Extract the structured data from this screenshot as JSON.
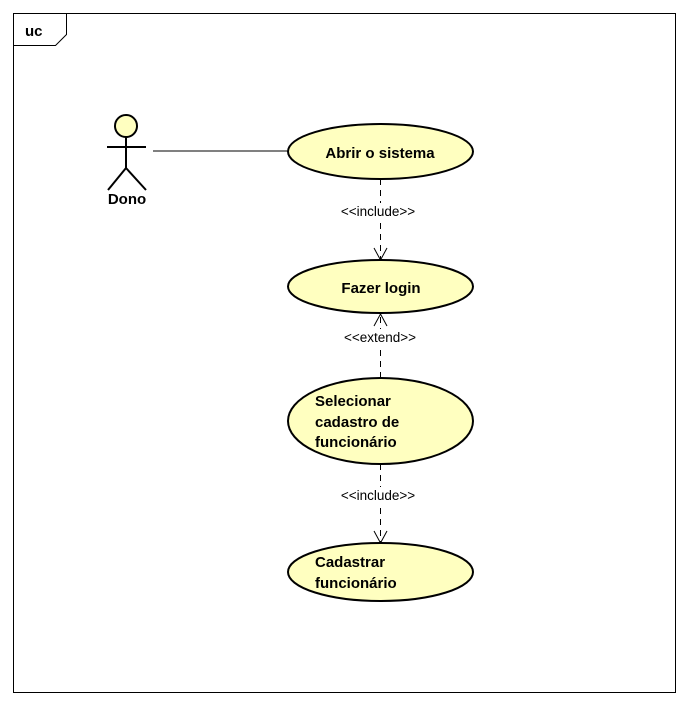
{
  "frame": {
    "label": "uc"
  },
  "colors": {
    "usecase_fill": "#FFFFC0",
    "actor_head_fill": "#FFFFC0",
    "stroke": "#000000"
  },
  "actor": {
    "name": "Dono"
  },
  "use_cases": [
    {
      "id": "abrir",
      "lines": [
        "Abrir o sistema"
      ]
    },
    {
      "id": "login",
      "lines": [
        "Fazer login"
      ]
    },
    {
      "id": "selecionar",
      "lines": [
        "Selecionar",
        "cadastro de",
        "funcionário"
      ]
    },
    {
      "id": "cadastrar",
      "lines": [
        "Cadastrar",
        "funcionário"
      ]
    }
  ],
  "relations": [
    {
      "type": "association",
      "from": "Dono",
      "to": "Abrir o sistema"
    },
    {
      "type": "include",
      "label": "<<include>>",
      "from": "Abrir o sistema",
      "to": "Fazer login"
    },
    {
      "type": "extend",
      "label": "<<extend>>",
      "from": "Selecionar cadastro de funcionário",
      "to": "Fazer login"
    },
    {
      "type": "include",
      "label": "<<include>>",
      "from": "Selecionar cadastro de funcionário",
      "to": "Cadastrar funcionário"
    }
  ]
}
